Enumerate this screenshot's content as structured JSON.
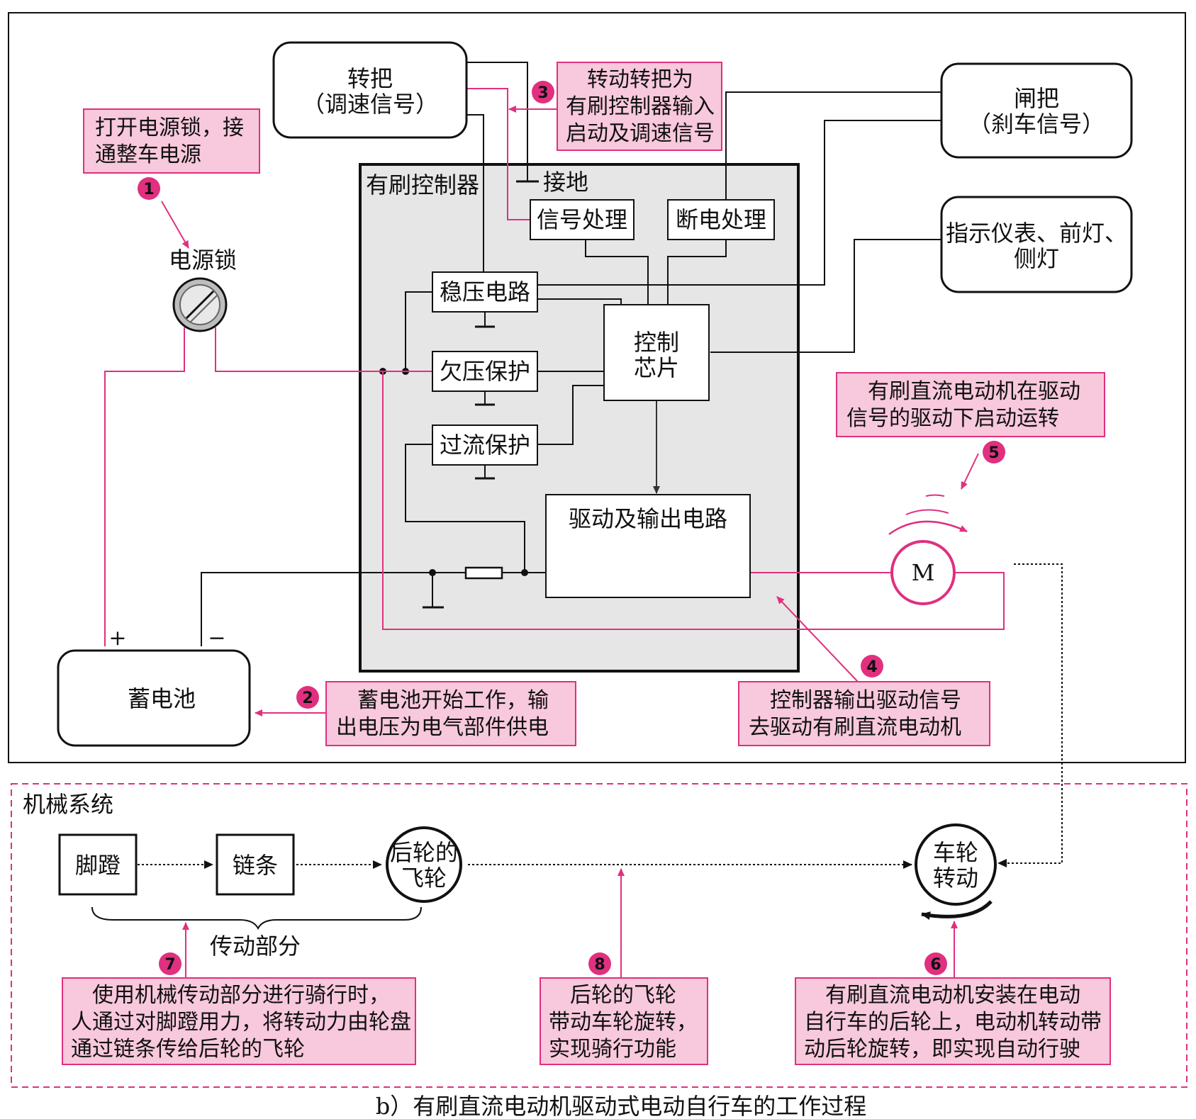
{
  "colors": {
    "pink_fill": "#f8c8dc",
    "pink_line": "#e0307f",
    "controller_fill": "#e6e6e6",
    "dark": "#111111"
  },
  "components": {
    "handlebar_line1": "转把",
    "handlebar_line2": "（调速信号）",
    "brake_line1": "闸把",
    "brake_line2": "（刹车信号）",
    "indicators_line1": "指示仪表、前灯、",
    "indicators_line2": "侧灯",
    "power_lock": "电源锁",
    "battery": "蓄电池",
    "battery_plus": "+",
    "battery_minus": "−",
    "motor": "M"
  },
  "controller": {
    "title": "有刷控制器",
    "ground": "接地",
    "signal_processing": "信号处理",
    "power_off_processing": "断电处理",
    "voltage_regulator": "稳压电路",
    "undervoltage_protection": "欠压保护",
    "overcurrent_protection": "过流保护",
    "chip_line1": "控制",
    "chip_line2": "芯片",
    "drive_output": "驱动及输出电路"
  },
  "steps": [
    {
      "num": "1",
      "lines": [
        "打开电源锁，接",
        "通整车电源"
      ]
    },
    {
      "num": "2",
      "lines": [
        "　蓄电池开始工作，输",
        "出电压为电气部件供电"
      ]
    },
    {
      "num": "3",
      "lines": [
        "　转动转把为",
        "有刷控制器输入",
        "启动及调速信号"
      ]
    },
    {
      "num": "4",
      "lines": [
        "　控制器输出驱动信号",
        "去驱动有刷直流电动机"
      ]
    },
    {
      "num": "5",
      "lines": [
        "　有刷直流电动机在驱动",
        "信号的驱动下启动运转"
      ]
    },
    {
      "num": "6",
      "lines": [
        "　有刷直流电动机安装在电动",
        "自行车的后轮上，电动机转动带",
        "动后轮旋转，即实现自动行驶"
      ]
    },
    {
      "num": "7",
      "lines": [
        "　使用机械传动部分进行骑行时，",
        "人通过对脚蹬用力，将转动力由轮盘",
        "通过链条传给后轮的飞轮"
      ]
    },
    {
      "num": "8",
      "lines": [
        "　后轮的飞轮",
        "带动车轮旋转，",
        "实现骑行功能"
      ]
    }
  ],
  "mechanical": {
    "title": "机械系统",
    "pedal": "脚蹬",
    "chain": "链条",
    "flywheel_line1": "后轮的",
    "flywheel_line2": "飞轮",
    "wheel_line1": "车轮",
    "wheel_line2": "转动",
    "transmission": "传动部分"
  },
  "caption": "b）有刷直流电动机驱动式电动自行车的工作过程"
}
